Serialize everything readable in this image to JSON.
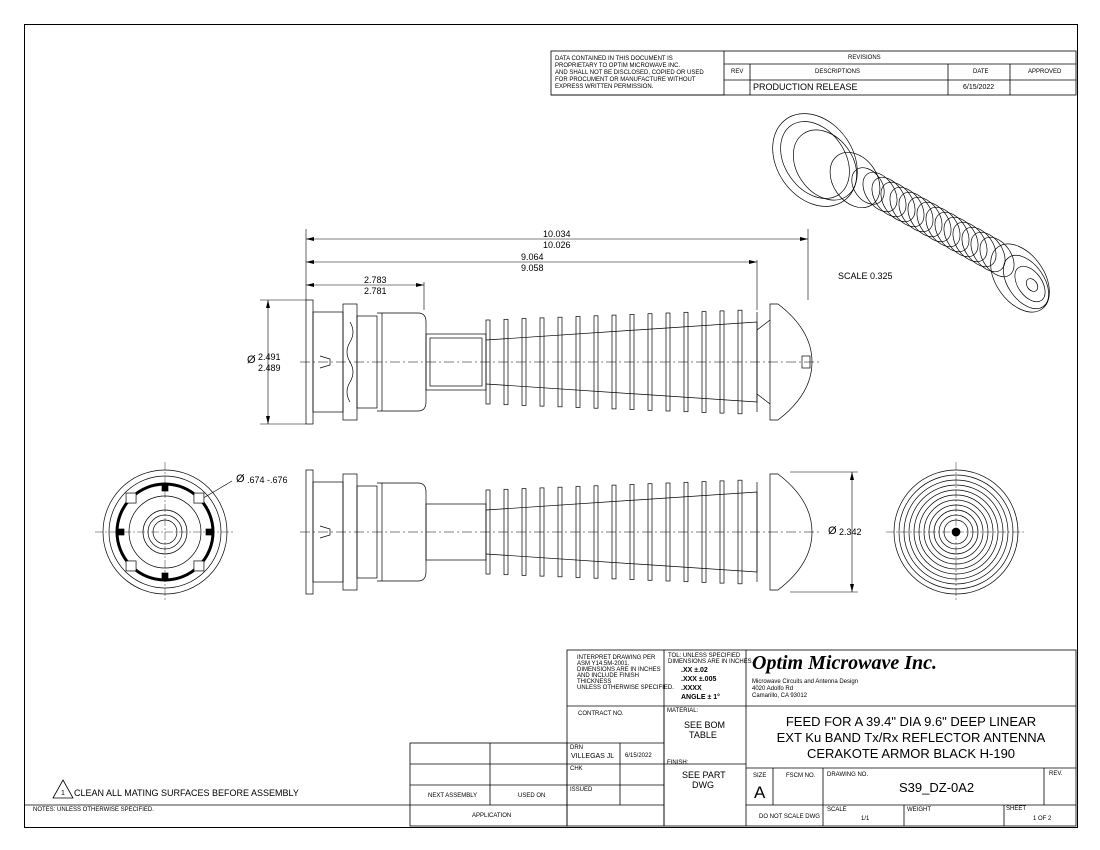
{
  "proprietary": {
    "line1": "DATA CONTAINED IN THIS DOCUMENT IS",
    "line2": "PROPRIETARY TO OPTIM MICROWAVE INC.",
    "line3": "AND SHALL NOT BE DISCLOSED, COPIED OR USED",
    "line4": "FOR PROCUMENT OR MANUFACTURE WITHOUT",
    "line5": "EXPRESS WRITTEN PERMISSION."
  },
  "revisions": {
    "title": "REVISIONS",
    "col_rev": "REV",
    "col_desc": "DESCRIPTIONS",
    "col_date": "DATE",
    "col_approved": "APPROVED",
    "row_desc": "PRODUCTION RELEASE",
    "row_date": "6/15/2022"
  },
  "dimensions": {
    "overall_upper": "10.034",
    "overall_lower": "10.026",
    "mid_upper": "9.064",
    "mid_lower": "9.058",
    "short_upper": "2.783",
    "short_lower": "2.781",
    "dia_upper": "2.491",
    "dia_lower": "2.489",
    "hole_dia": ".674 -.676",
    "horn_dia": "2.342",
    "dia_symbol": "Ø"
  },
  "scale_note": "SCALE  0.325",
  "note": {
    "number": "1",
    "text": "CLEAN ALL MATING SURFACES BEFORE ASSEMBLY",
    "footer": "NOTES: UNLESS OTHERWISE SPECIFIED."
  },
  "title_block": {
    "interpret1": "INTERPRET DRAWING PER",
    "interpret2": "ASM Y14.5M-2001.",
    "interpret3": "DIMENSIONS ARE IN INCHES",
    "interpret4": "AND INCLUDE FINISH",
    "interpret5": "THICKNESS",
    "interpret6": "UNLESS OTHERWISE SPECIFIED.",
    "tol1": "TOL: UNLESS SPECIFIED",
    "tol2": "DIMENSIONS ARE IN INCHES.",
    "tol_xx": ".XX  ±.02",
    "tol_xxx": ".XXX ±.005",
    "tol_xxxx": ".XXXX",
    "tol_angle": "ANGLE ± 1°",
    "company": "Optim Microwave Inc.",
    "company_sub": "Microwave Circuits and Antenna Design",
    "address1": "4020 Adolfo Rd",
    "address2": "Camarillo, CA 93012",
    "contract_label": "CONTRACT NO.",
    "material_label": "MATERIAL:",
    "material_value_1": "SEE BOM",
    "material_value_2": "TABLE",
    "desc1": "FEED FOR A 39.4\" DIA 9.6\" DEEP LINEAR",
    "desc2": "EXT Ku BAND Tx/Rx REFLECTOR ANTENNA",
    "desc3": "CERAKOTE ARMOR BLACK H-190",
    "drn_label": "DRN",
    "drn_name": "VILLEGAS JL",
    "drn_date": "6/15/2022",
    "chk_label": "CHK",
    "issued_label": "ISSUED",
    "finish_label": "FINISH:",
    "finish_value_1": "SEE PART",
    "finish_value_2": "DWG",
    "size_label": "SIZE",
    "size_value": "A",
    "fscm_label": "FSCM NO.",
    "drawing_no_label": "DRAWING NO.",
    "drawing_no": "S39_DZ-0A2",
    "rev_label": "REV.",
    "do_not_scale": "DO NOT SCALE DWG",
    "scale_label": "SCALE",
    "scale_value": "1/1",
    "weight_label": "WEIGHT",
    "sheet_label": "SHEET",
    "sheet_value": "1 OF 2",
    "next_assembly": "NEXT ASSEMBLY",
    "used_on": "USED ON",
    "application": "APPLICATION"
  }
}
